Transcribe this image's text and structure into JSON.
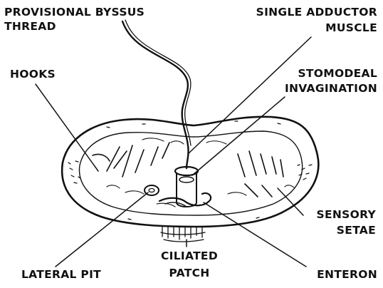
{
  "labels": {
    "provisional_byssus": [
      "PROVISIONAL BYSSUS",
      "THREAD"
    ],
    "single_adductor": [
      "SINGLE ADDUCTOR",
      "MUSCLE"
    ],
    "hooks": "HOOKS",
    "stomodeal": [
      "STOMODEAL",
      "INVAGINATION"
    ],
    "sensory": [
      "SENSORY",
      "SETAE"
    ],
    "ciliated": [
      "CILIATED",
      "PATCH"
    ],
    "lateral_pit": "LATERAL PIT",
    "enteron": "ENTERON"
  },
  "colors": {
    "ink": "#111111",
    "background": "#ffffff"
  }
}
